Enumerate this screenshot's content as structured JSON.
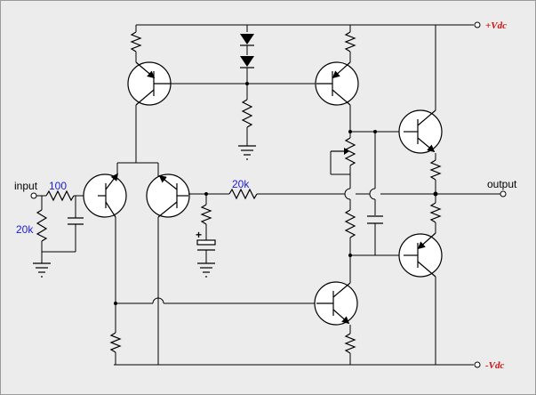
{
  "labels": {
    "input": "input",
    "output": "output",
    "r_input_series": "100",
    "r_input_shunt": "20k",
    "r_feedback": "20k",
    "rail_positive": "+Vdc",
    "rail_negative": "-Vdc",
    "cap_polarity": "+"
  },
  "colors": {
    "value_labels": "#1a1ad6",
    "rail_labels": "#d01010",
    "background": "#ececec"
  }
}
